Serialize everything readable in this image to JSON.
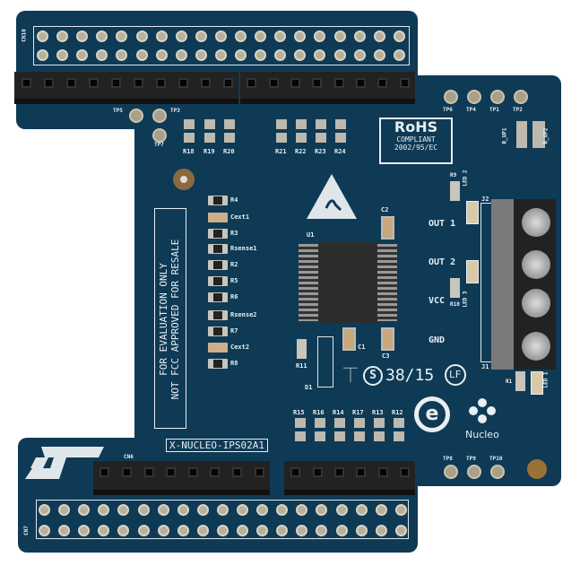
{
  "board": {
    "name": "X-NUCLEO-IPS02A1",
    "color": "#0f3a55"
  },
  "connectors": {
    "top_header": "CN10",
    "bottom_header": "CN7",
    "female_bottom": "CN6",
    "terminal_j1": "J1",
    "terminal_j2": "J2"
  },
  "terminal_labels": [
    "OUT 1",
    "OUT 2",
    "VCC",
    "GND"
  ],
  "rohs": {
    "title": "RoHS",
    "line2": "COMPLIANT",
    "line3": "2002/95/EC"
  },
  "warning": {
    "line1": "FOR EVALUATION ONLY",
    "line2": "NOT FCC APPROVED FOR RESALE"
  },
  "resistor_column": [
    "R4",
    "Cext1",
    "R3",
    "Rsense1",
    "R2",
    "R5",
    "R6",
    "Rsense2",
    "R7",
    "Cext2",
    "R8"
  ],
  "top_resistors": [
    "R18",
    "R19",
    "R20",
    "R21",
    "R22",
    "R23",
    "R24"
  ],
  "bottom_resistors": [
    "R15",
    "R16",
    "R14",
    "R17",
    "R13",
    "R12"
  ],
  "test_points": {
    "top_right": [
      "TP6",
      "TP4",
      "TP1",
      "TP2"
    ],
    "bottom_right": [
      "TP8",
      "TP9",
      "TP10"
    ],
    "left": [
      "TP5",
      "TP3",
      "TP7"
    ]
  },
  "components": {
    "u1": "U1",
    "c1": "C1",
    "c2": "C2",
    "c3": "C3",
    "d1": "D1",
    "r11": "R11",
    "r9": "R9",
    "r10": "R10",
    "r1": "R1",
    "led1": "LED 1",
    "led2": "LED 2",
    "led3": "LED 3",
    "rup1": "R_UP1",
    "rup2": "R_UP2"
  },
  "marks": {
    "date_code": "38/15",
    "lf": "LF",
    "nucleo": "Nucleo",
    "st_logo": "ST"
  }
}
